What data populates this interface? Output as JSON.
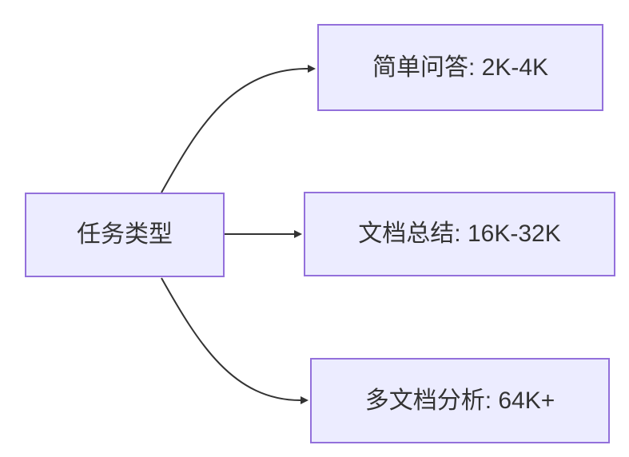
{
  "diagram": {
    "type": "flowchart",
    "direction": "left-to-right",
    "nodes": [
      {
        "id": "task-type",
        "label": "任务类型"
      },
      {
        "id": "simple-qa",
        "label": "简单问答: 2K-4K"
      },
      {
        "id": "doc-summary",
        "label": "文档总结: 16K-32K"
      },
      {
        "id": "multi-doc-analysis",
        "label": "多文档分析: 64K+"
      }
    ],
    "edges": [
      {
        "from": "task-type",
        "to": "simple-qa"
      },
      {
        "from": "task-type",
        "to": "doc-summary"
      },
      {
        "from": "task-type",
        "to": "multi-doc-analysis"
      }
    ]
  },
  "colors": {
    "node-fill": "#ECECFF",
    "node-border": "#9370DB",
    "edge-stroke": "#333333",
    "node-text": "#333333",
    "canvas-bg": "#FFFFFF"
  }
}
